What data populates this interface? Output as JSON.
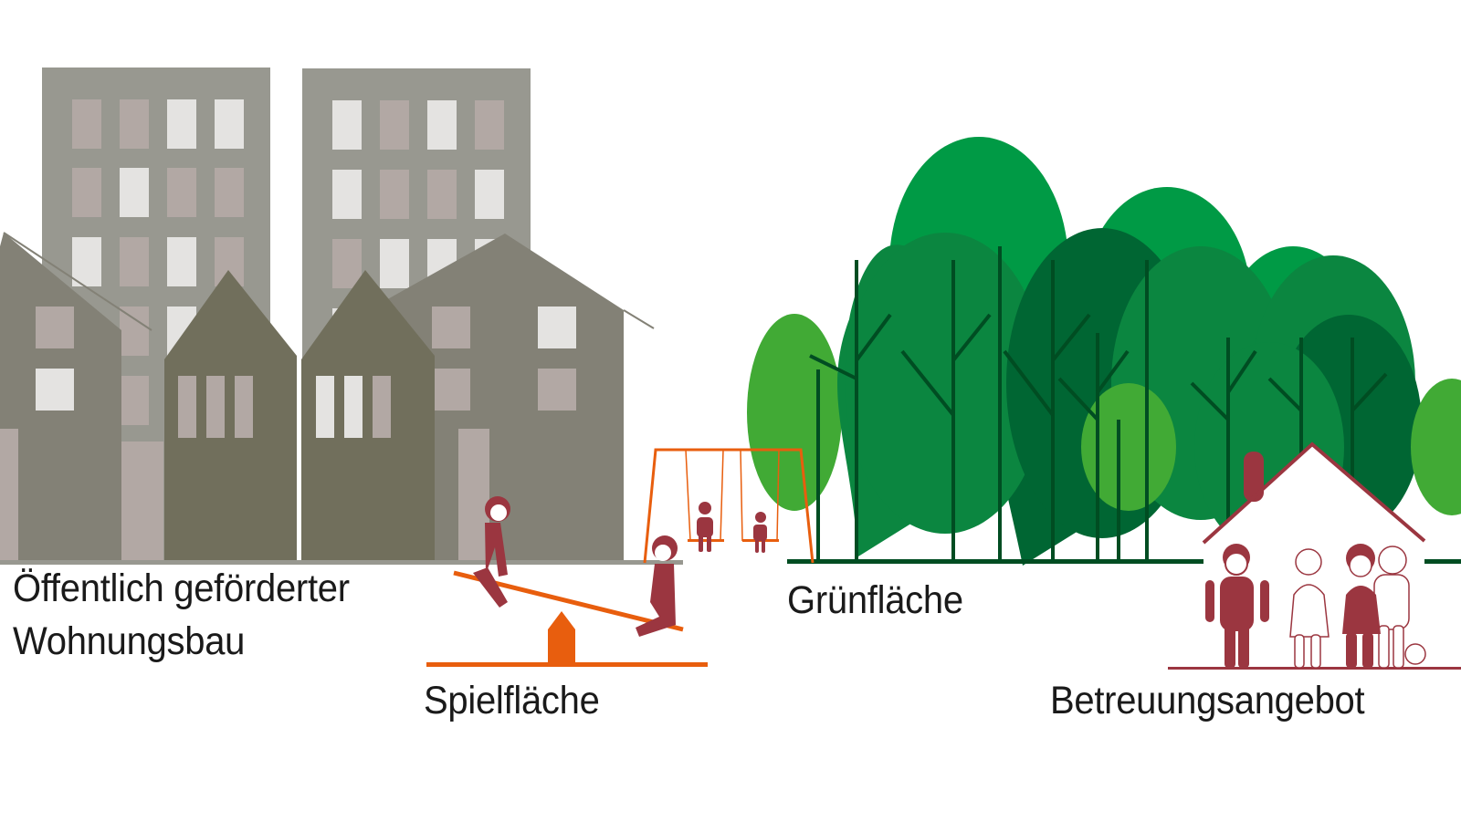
{
  "labels": {
    "housing_line1": "Öffentlich geförderter",
    "housing_line2": "Wohnungsbau",
    "play_area": "Spielfläche",
    "green_area": "Grünfläche",
    "care_offer": "Betreuungsangebot"
  },
  "icons": [
    "apartment-building-icon",
    "house-icon",
    "seesaw-icon",
    "swing-set-icon",
    "child-figure-icon",
    "tree-icon",
    "daycare-house-icon",
    "ball-icon"
  ],
  "colors": {
    "tower": "#989890",
    "house": "#838176",
    "narrow_house": "#716f5c",
    "window_mauve": "#b2a8a4",
    "window_light": "#e4e3e1",
    "orange": "#e85e0e",
    "maroon": "#9b3640",
    "green_light": "#41aa35",
    "green_mid": "#0b8640",
    "green_bright": "#009a45",
    "green_dark": "#006633",
    "trunk": "#004d22"
  }
}
